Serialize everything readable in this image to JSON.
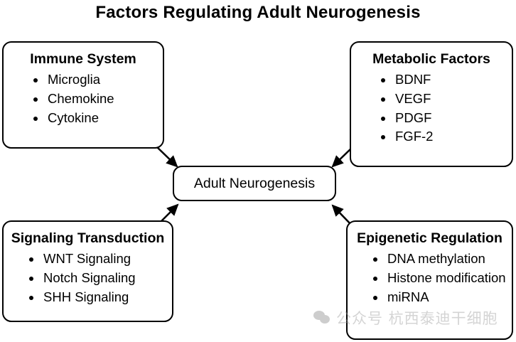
{
  "title": "Factors Regulating Adult Neurogenesis",
  "center": {
    "label": "Adult Neurogenesis"
  },
  "nodes": {
    "immune": {
      "title": "Immune System",
      "items": [
        "Microglia",
        "Chemokine",
        "Cytokine"
      ]
    },
    "metabolic": {
      "title": "Metabolic Factors",
      "items": [
        "BDNF",
        "VEGF",
        "PDGF",
        "FGF-2"
      ]
    },
    "signaling": {
      "title": "Signaling Transduction",
      "items": [
        "WNT Signaling",
        "Notch Signaling",
        "SHH Signaling"
      ]
    },
    "epigenetic": {
      "title": "Epigenetic Regulation",
      "items": [
        "DNA methylation",
        "Histone modification",
        "miRNA"
      ]
    }
  },
  "arrows": [
    {
      "name": "immune-to-center",
      "from": "immune",
      "to": "center"
    },
    {
      "name": "metabolic-to-center",
      "from": "metabolic",
      "to": "center"
    },
    {
      "name": "signaling-to-center",
      "from": "signaling",
      "to": "center"
    },
    {
      "name": "epigenetic-to-center",
      "from": "epigenetic",
      "to": "center"
    }
  ],
  "watermark": {
    "icon": "wechat-logo-icon",
    "text": "公众号 杭西泰迪干细胞"
  },
  "colors": {
    "background": "#ffffff",
    "stroke": "#000000",
    "text": "#000000",
    "watermark": "#9a9a9a"
  }
}
